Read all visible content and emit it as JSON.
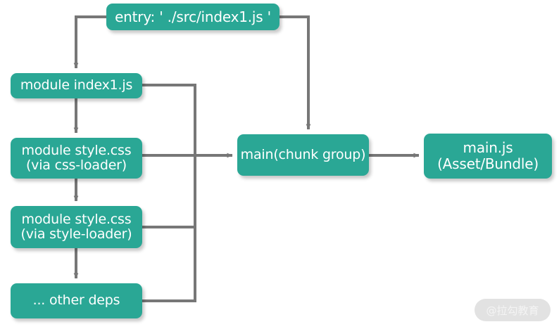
{
  "diagram": {
    "title": "webpack entry to bundle dependency graph",
    "colors": {
      "node_fill": "#2aa795",
      "node_text": "#ffffff",
      "connector": "#777777",
      "background": "#ffffff",
      "watermark_bg": "#e2e2e2"
    },
    "nodes": {
      "entry": {
        "label": "entry: ' ./src/index1.js '"
      },
      "module_index": {
        "label": "module index1.js"
      },
      "module_css_loader": {
        "line1": "module style.css",
        "line2": "(via css-loader)"
      },
      "module_style_loader": {
        "line1": "module style.css",
        "line2": "(via style-loader)"
      },
      "other_deps": {
        "label": "... other deps"
      },
      "chunk_group": {
        "label": "main(chunk group)"
      },
      "bundle": {
        "line1": "main.js",
        "line2": "(Asset/Bundle)"
      }
    },
    "edges": [
      {
        "name": "entry-to-module-index",
        "from": "entry",
        "to": "module_index",
        "arrow": true
      },
      {
        "name": "entry-to-chunk-group",
        "from": "entry",
        "to": "chunk_group",
        "arrow": true
      },
      {
        "name": "module-index-to-css-loader",
        "from": "module_index",
        "to": "module_css_loader",
        "arrow": true
      },
      {
        "name": "css-loader-to-style-loader",
        "from": "module_css_loader",
        "to": "module_style_loader",
        "arrow": true
      },
      {
        "name": "style-loader-to-other-deps",
        "from": "module_style_loader",
        "to": "other_deps",
        "arrow": true
      },
      {
        "name": "modules-bus-to-chunk-group",
        "from": "module_index,module_css_loader,module_style_loader,other_deps",
        "to": "chunk_group",
        "arrow": true
      },
      {
        "name": "chunk-group-to-bundle",
        "from": "chunk_group",
        "to": "bundle",
        "arrow": true
      }
    ]
  },
  "watermark": {
    "text": "@拉勾教育"
  }
}
